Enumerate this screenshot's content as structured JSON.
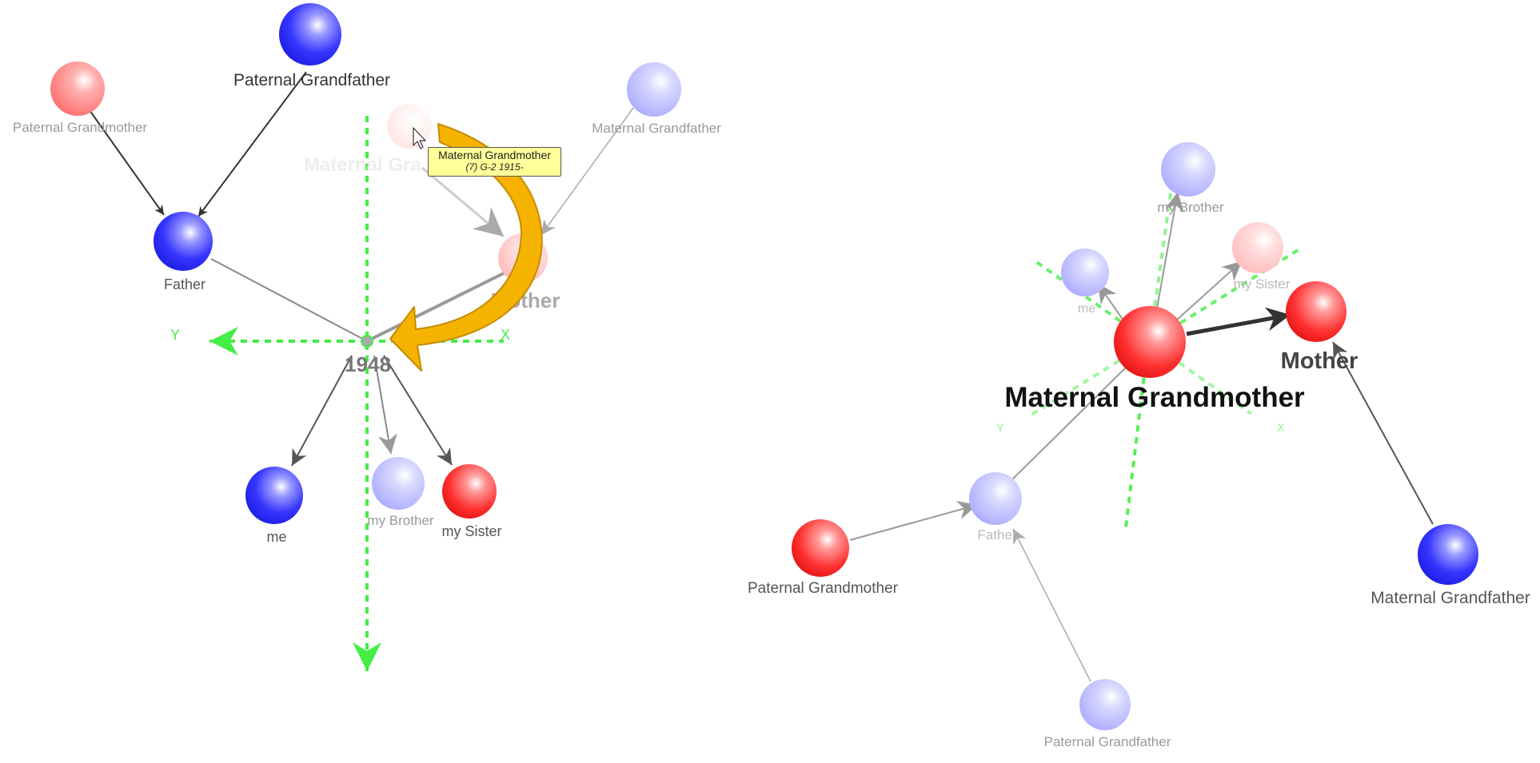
{
  "left_graph": {
    "nodes": {
      "paternal_grandfather": "Paternal Grandfather",
      "paternal_grandmother": "Paternal Grandmother",
      "father": "Father",
      "maternal_grandfather": "Maternal Grandfather",
      "maternal_grandmother": "Maternal Gra",
      "mother": "Mother",
      "me": "me",
      "brother": "my Brother",
      "sister": "my Sister"
    },
    "center_label": "1948",
    "axis_x": "X",
    "axis_y": "Y",
    "tooltip": {
      "name": "Maternal Grandmother",
      "details": "(7)  G-2  1915-"
    }
  },
  "right_graph": {
    "nodes": {
      "maternal_grandmother": "Maternal Grandmother",
      "mother": "Mother",
      "brother": "my Brother",
      "sister": "my Sister",
      "me": "me",
      "father": "Father",
      "paternal_grandmother": "Paternal Grandmother",
      "paternal_grandfather": "Paternal Grandfather",
      "maternal_grandfather": "Maternal Grandfather"
    },
    "axis_x": "X",
    "axis_y": "Y"
  },
  "colors": {
    "male": "#3a3aff",
    "female": "#ff5a5a",
    "axis": "#44ee44",
    "drag_arrow": "#f5b300",
    "tooltip_bg": "#ffff99"
  }
}
